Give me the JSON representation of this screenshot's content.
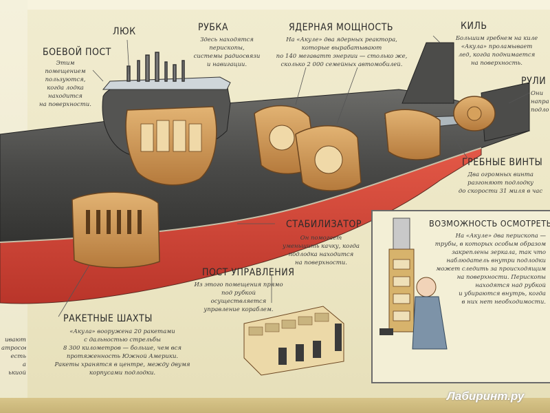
{
  "labels": {
    "boevoy_post": {
      "title": "БОЕВОЙ ПОСТ",
      "text": [
        "Этим",
        "помещением",
        "пользуются,",
        "когда лодка",
        "находится",
        "на поверхности."
      ]
    },
    "lyuk": {
      "title": "ЛЮК"
    },
    "rubka": {
      "title": "РУБКА",
      "text": [
        "Здесь находятся",
        "перископы,",
        "системы радиосвязи",
        "и навигации."
      ]
    },
    "reactor": {
      "title": "ЯДЕРНАЯ МОЩНОСТЬ",
      "text": [
        "На «Акуле» два ядерных реактора,",
        "которые вырабатывают",
        "по 140 мегаватт энергии — столько же,",
        "сколько 2 000 семейных автомобилей."
      ]
    },
    "kil": {
      "title": "КИЛЬ",
      "text": [
        "Большим гребнем на киле",
        "«Акула» проламывает",
        "лед, когда поднимается",
        "на поверхность."
      ]
    },
    "ruli": {
      "title": "РУЛИ",
      "text": [
        "Они",
        "напра",
        "подло"
      ]
    },
    "vinty": {
      "title": "ГРЕБНЫЕ ВИНТЫ",
      "text": [
        "Два огромных винта",
        "разгоняют подлодку",
        "до скорости 31 миля в час"
      ]
    },
    "stabilizer": {
      "title": "СТАБИЛИЗАТОР",
      "text": [
        "Он помогает",
        "уменьшить качку, когда",
        "подлодка находится",
        "на поверхности."
      ]
    },
    "control": {
      "title": "ПОСТ УПРАВЛЕНИЯ",
      "text": [
        "Из этого помещения прямо",
        "под рубкой осуществляется",
        "управление кораблем."
      ]
    },
    "rockets": {
      "title": "РАКЕТНЫЕ ШАХТЫ",
      "text": [
        "«Акула» вооружена 20 ракетами",
        "с дальностью стрельбы",
        "8 300 километров — больше, чем вся",
        "протяженность Южной Америки.",
        "Ракеты хранятся в центре, между двумя",
        "корпусами подлодки."
      ]
    },
    "look": {
      "title": "ВОЗМОЖНОСТЬ ОСМОТРЕТЬСЯ",
      "text": [
        "На «Акуле» два перископа —",
        "трубы, в которых особым образом",
        "закреплены зеркала, так что",
        "наблюдатель внутри подлодки",
        "может следить за происходящим",
        "на поверхности. Перископы",
        "находятся над рубкой",
        "и убираются внутрь, когда",
        "в них нет необходимости."
      ]
    },
    "left_edge": {
      "text": [
        "ивают",
        "атросов",
        "есть",
        "а",
        "ькиой"
      ]
    }
  },
  "watermark": "Лабиринт.ру",
  "colors": {
    "hull": "#4a4a48",
    "red_hull": "#d8483a",
    "wood": "#c98d4a",
    "page": "#efe9c9",
    "ink": "#2a2a2a"
  }
}
